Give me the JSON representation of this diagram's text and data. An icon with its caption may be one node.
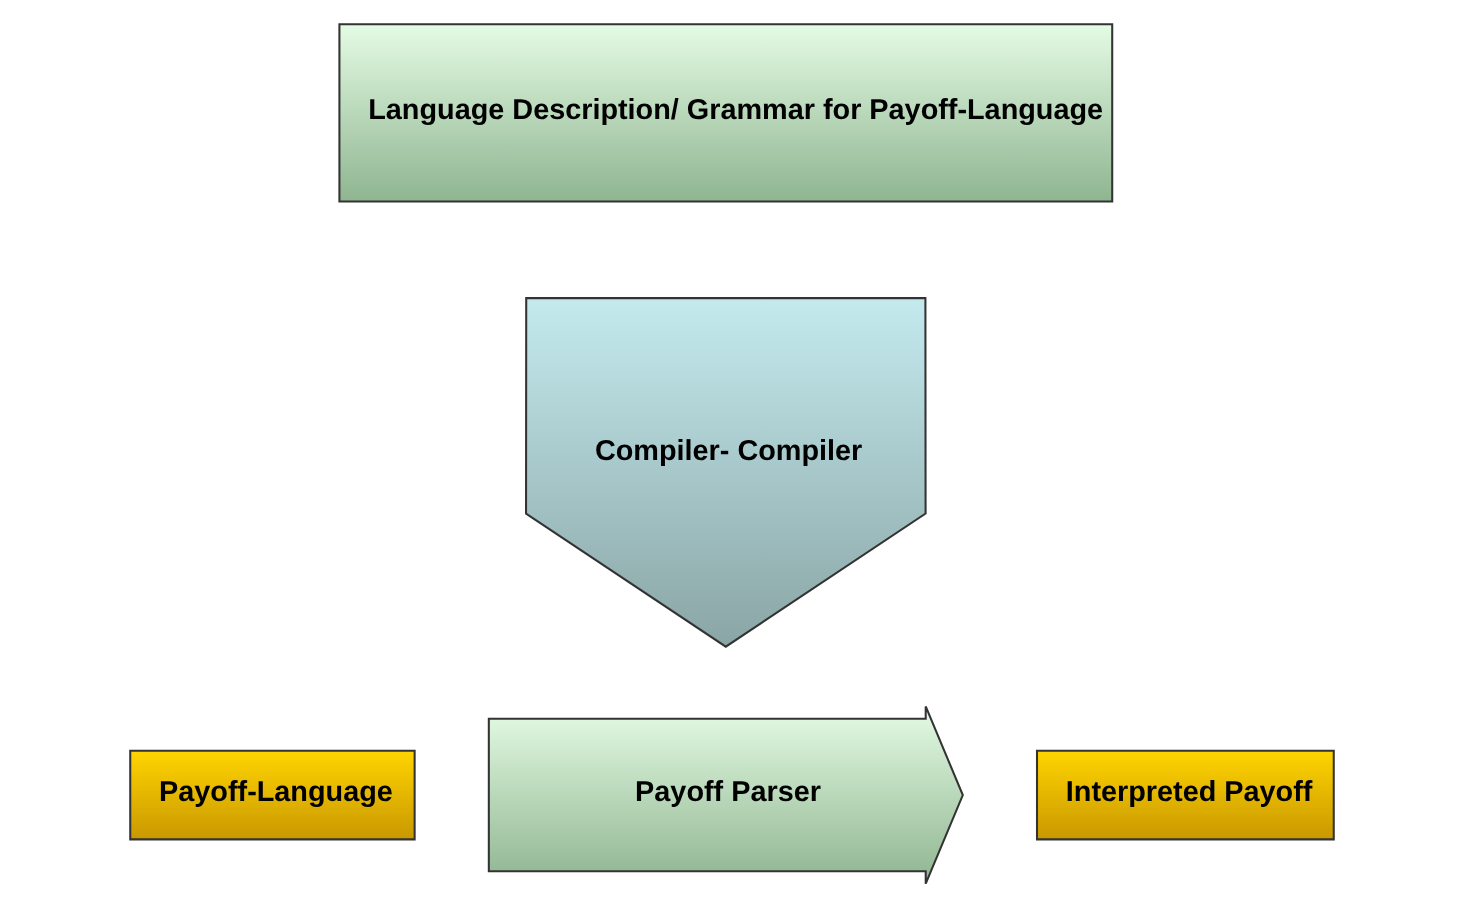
{
  "diagram": {
    "nodes": [
      {
        "text": [
          "Language Description/ Grammar for Payoff-Language"
        ]
      },
      {
        "text": [
          "Compiler- Compiler"
        ]
      },
      {
        "text": [
          "Payoff-Language"
        ]
      },
      {
        "text": [
          "Payoff Parser"
        ]
      },
      {
        "text": [
          "Interpreted Payoff"
        ]
      }
    ]
  }
}
